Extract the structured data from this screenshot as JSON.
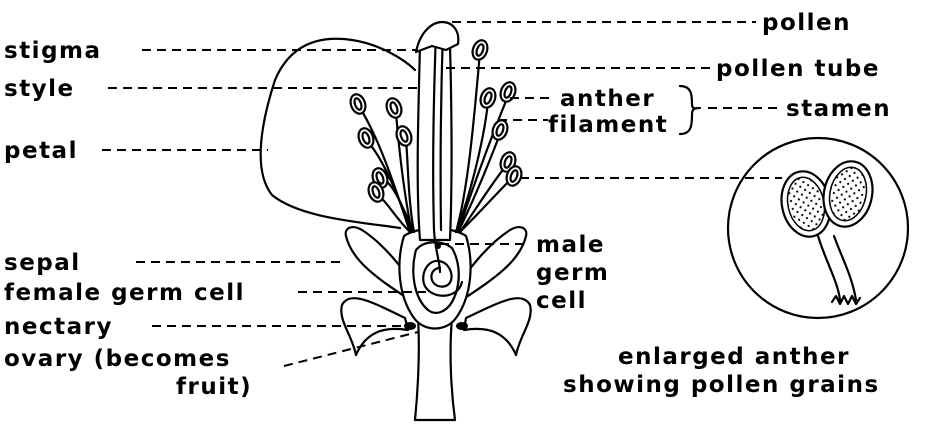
{
  "labels": {
    "pollen": "pollen",
    "stigma": "stigma",
    "pollen_tube": "pollen tube",
    "style": "style",
    "anther": "anther",
    "filament": "filament",
    "stamen": "stamen",
    "petal": "petal",
    "sepal": "sepal",
    "male_germ_cell": [
      "male",
      "germ",
      "cell"
    ],
    "female_germ_cell": "female germ cell",
    "nectary": "nectary",
    "ovary": [
      "ovary (becomes",
      "fruit)"
    ],
    "enlarged_anther": [
      "enlarged anther",
      "showing pollen grains"
    ]
  },
  "colors": {
    "ink": "#000000",
    "background": "#ffffff"
  }
}
